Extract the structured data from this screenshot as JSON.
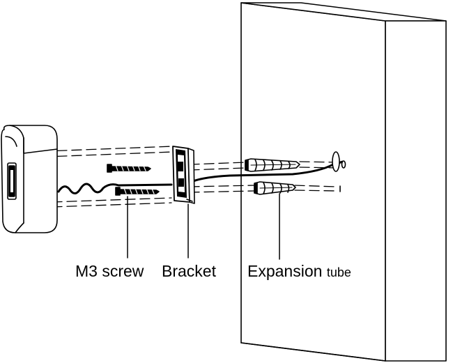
{
  "labels": {
    "m3_screw": "M3 screw",
    "bracket": "Bracket",
    "expansion": "Expansion",
    "tube": "tube"
  },
  "colors": {
    "ink": "#000000",
    "paper": "#ffffff"
  }
}
